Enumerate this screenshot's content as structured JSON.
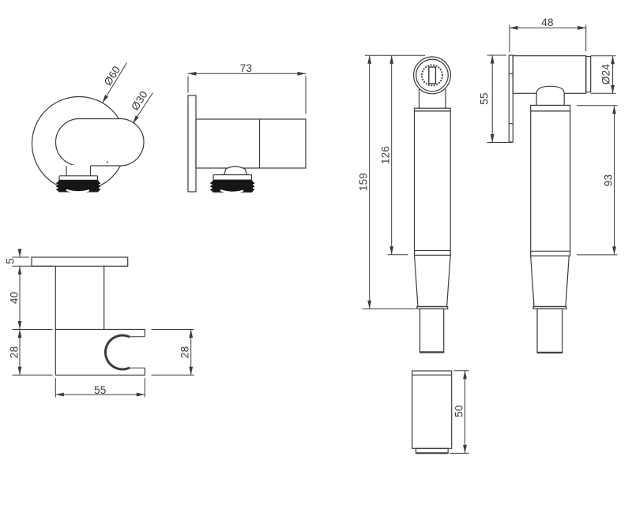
{
  "drawing": {
    "type": "technical-dimension-drawing",
    "subject": "wall outlet, holder bracket and handspray",
    "background": "#ffffff",
    "line_color": "#3b3b3b",
    "solid_fill_color": "#161616",
    "views": {
      "outlet_front": {
        "name": "wall outlet front view",
        "dims": {
          "outer_diameter": "Ø60",
          "inner_diameter": "Ø30"
        }
      },
      "outlet_side": {
        "name": "wall outlet side view",
        "dims": {
          "depth": "73"
        }
      },
      "handspray_front": {
        "name": "handspray front view",
        "dims": {
          "total_height": "159",
          "body_height": "126"
        }
      },
      "handspray_side": {
        "name": "handspray side view",
        "dims": {
          "head_length": "48",
          "head_diameter": "Ø24",
          "holder_plate_height": "55",
          "handle_height": "93"
        }
      },
      "holder_bracket": {
        "name": "holder bracket side view",
        "dims": {
          "plate_thickness": "5",
          "stem_height": "40",
          "block_height_left": "28",
          "block_width": "55",
          "block_height_right": "28"
        }
      },
      "sleeve": {
        "name": "sleeve detail",
        "dims": {
          "height": "50"
        }
      }
    }
  }
}
